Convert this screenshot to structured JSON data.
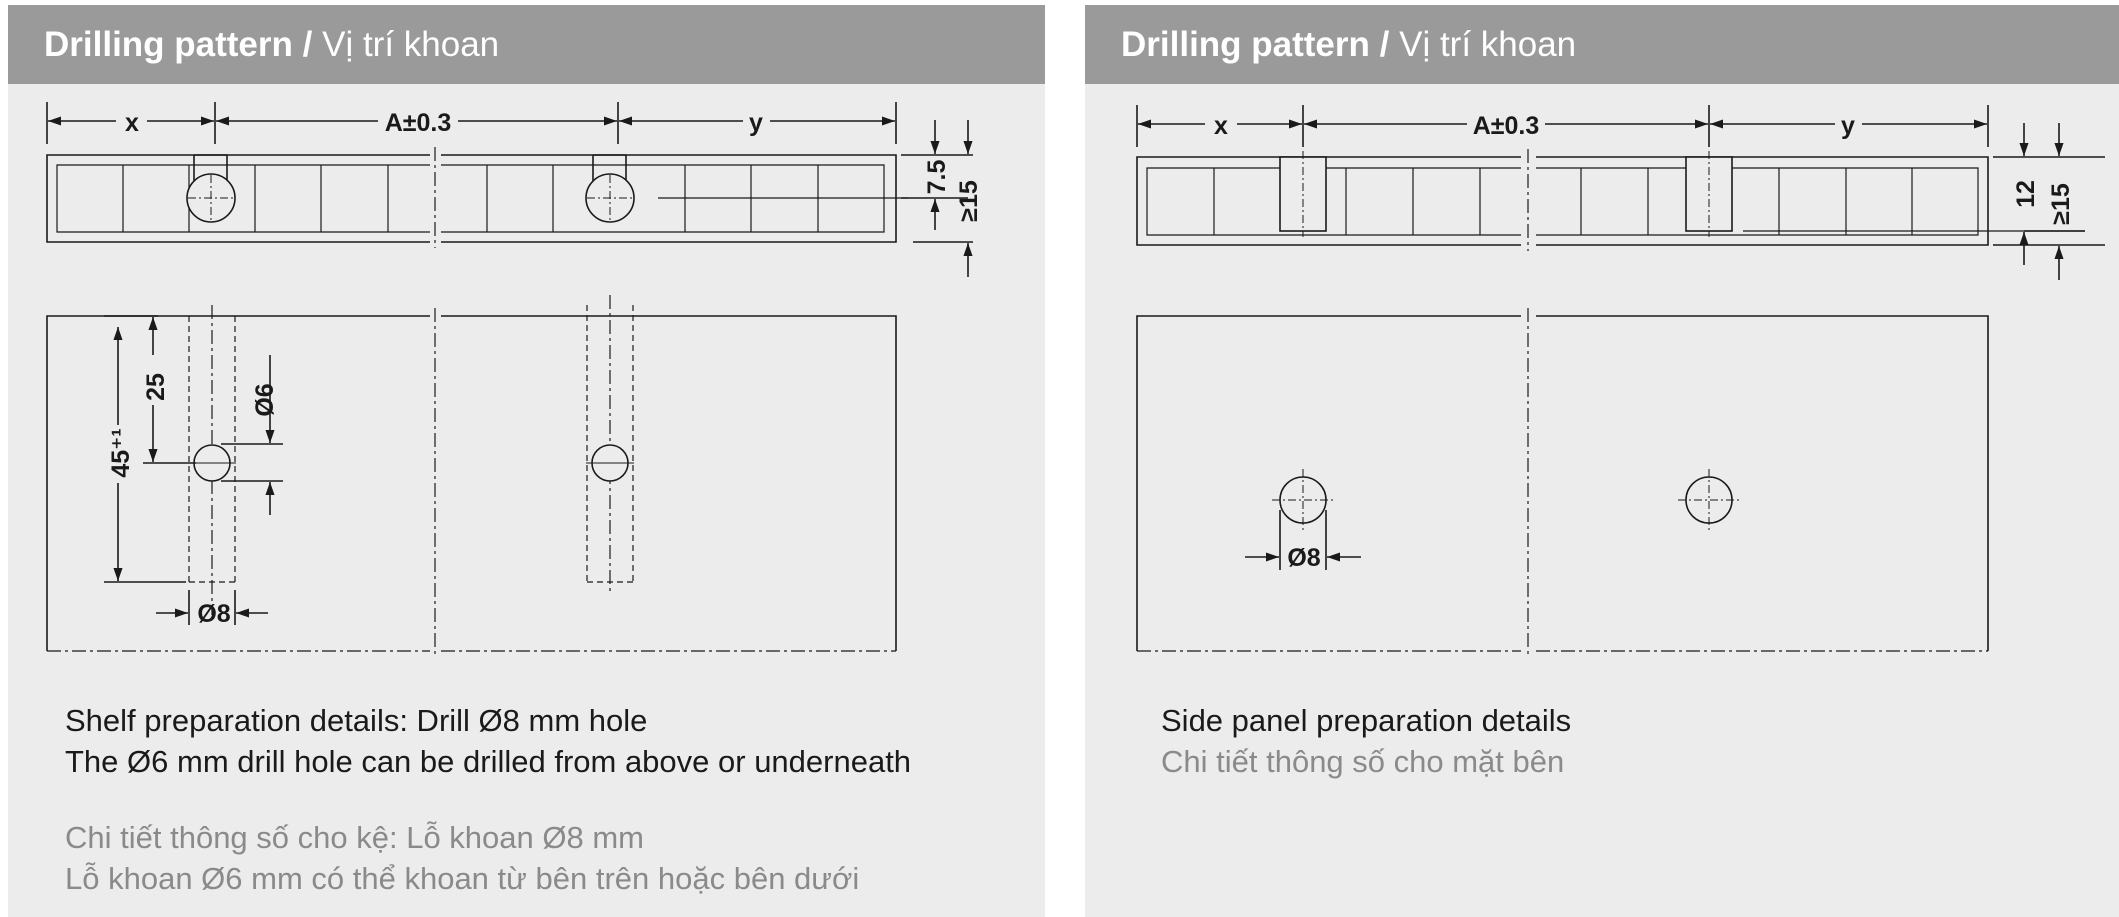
{
  "left_panel": {
    "title_en": "Drilling pattern /",
    "title_vi": "Vị trí khoan",
    "dims": {
      "x": "x",
      "a": "A±0.3",
      "y": "y",
      "d1": "7.5",
      "d2": "≥15",
      "d25": "25",
      "d45": "45⁺¹",
      "dia6": "Ø6",
      "dia8": "Ø8"
    },
    "desc_en": [
      "Shelf preparation details: Drill  Ø8 mm hole",
      "The Ø6 mm drill hole can be drilled from above or underneath"
    ],
    "desc_vi": [
      "Chi tiết thông số cho kệ: Lỗ khoan Ø8 mm",
      "Lỗ khoan Ø6 mm có thể khoan từ bên trên hoặc bên dưới"
    ]
  },
  "right_panel": {
    "title_en": "Drilling pattern  /",
    "title_vi": "Vị trí khoan",
    "dims": {
      "x": "x",
      "a": "A±0.3",
      "y": "y",
      "d1": "12",
      "d2": "≥15",
      "dia8": "Ø8"
    },
    "desc_en": [
      "Side panel preparation details"
    ],
    "desc_vi": [
      "Chi tiết thông số cho mặt bên"
    ]
  },
  "colors": {
    "header_bg": "#9a9a9a",
    "panel_bg": "#ececec",
    "line": "#1a1a1a",
    "secondary_text": "#8a8a8a"
  }
}
